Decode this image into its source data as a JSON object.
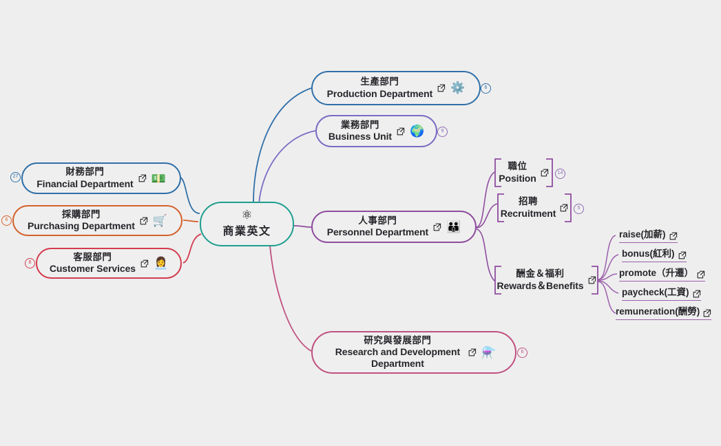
{
  "mindmap": {
    "central": {
      "icon": "atom-icon",
      "icon_glyph": "⚛",
      "title_cn": "商業英文",
      "color": "#1c9e8e"
    },
    "branches": [
      {
        "id": "production",
        "cn": "生產部門",
        "en": "Production Department",
        "color": "#2f6fa8",
        "icon": "gears-icon",
        "icon_glyph": "⚙️",
        "badge": "6"
      },
      {
        "id": "business-unit",
        "cn": "業務部門",
        "en": "Business Unit",
        "color": "#7a6bc4",
        "icon": "globe-pin-icon",
        "icon_glyph": "🌍",
        "badge": "9"
      },
      {
        "id": "financial",
        "cn": "財務部門",
        "en": "Financial Department",
        "color": "#2f6fa8",
        "icon": "banknote-icon",
        "icon_glyph": "💵",
        "badge": "27"
      },
      {
        "id": "purchasing",
        "cn": "採購部門",
        "en": "Purchasing Department",
        "color": "#d4622c",
        "icon": "shopping-cart-icon",
        "icon_glyph": "🛒",
        "badge": "6"
      },
      {
        "id": "customer-services",
        "cn": "客服部門",
        "en": "Customer Services",
        "color": "#d33b4e",
        "icon": "support-agent-icon",
        "icon_glyph": "👩‍💼",
        "badge": "8"
      },
      {
        "id": "personnel",
        "cn": "人事部門",
        "en": "Personnel Department",
        "color": "#8e4d9e",
        "icon": "people-group-icon",
        "icon_glyph": "👪",
        "badge": ""
      },
      {
        "id": "research-development",
        "cn": "研究與發展部門",
        "en": "Research and Development Department",
        "color": "#c0507f",
        "icon": "lab-flask-icon",
        "icon_glyph": "⚗️",
        "badge": "6"
      }
    ],
    "personnel_children": [
      {
        "id": "position",
        "cn": "職位",
        "en": "Position",
        "color": "#8e4d9e",
        "badge": "14"
      },
      {
        "id": "recruitment",
        "cn": "招聘",
        "en": "Recruitment",
        "color": "#8e4d9e",
        "badge": "5"
      },
      {
        "id": "rewards-benefits",
        "cn": "酬金＆福利",
        "en": "Rewards＆Benefits",
        "color": "#8e4d9e",
        "badge": ""
      }
    ],
    "rewards_leaves": [
      {
        "id": "raise",
        "text": "raise(加薪)"
      },
      {
        "id": "bonus",
        "text": "bonus(紅利)"
      },
      {
        "id": "promote",
        "text": "promote（升遷）"
      },
      {
        "id": "paycheck",
        "text": "paycheck(工資)"
      },
      {
        "id": "remuneration",
        "text": "remuneration(酬勞)"
      }
    ],
    "leaf_color": "#9b5fab"
  }
}
